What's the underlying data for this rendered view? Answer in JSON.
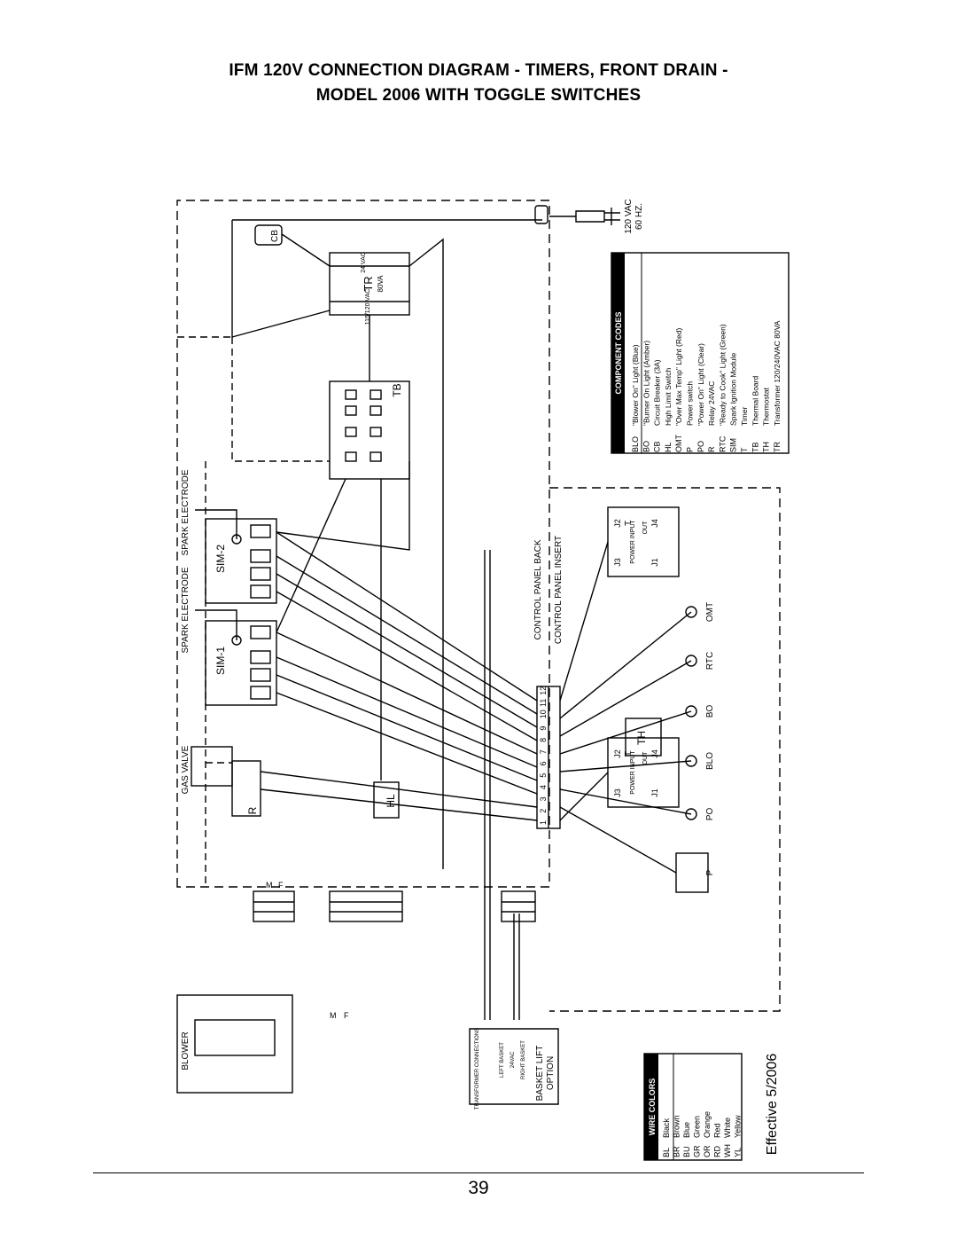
{
  "page": {
    "title_line1": "IFM 120V CONNECTION DIAGRAM - TIMERS, FRONT DRAIN -",
    "title_line2": "MODEL 2006 WITH TOGGLE SWITCHES",
    "page_number": "39",
    "effective": "Effective 5/2006"
  },
  "power": {
    "voltage": "120 VAC",
    "frequency": "60 HZ."
  },
  "labels": {
    "cb": "CB",
    "tr": "TR",
    "tr_rating": "80VA",
    "tr_primary": "115/120 VAC",
    "tr_secondary": "24 VAC",
    "tb": "TB",
    "sim2": "SIM-2",
    "sim1": "SIM-1",
    "spark_electrode": "SPARK  ELECTRODE",
    "control_panel_back": "CONTROL  PANEL  BACK",
    "control_panel_insert": "CONTROL  PANEL  INSERT",
    "gas_valve": "GAS  VALVE",
    "blower": "BLOWER",
    "hl": "HL",
    "r": "R",
    "th": "TH",
    "omt": "OMT",
    "rtc": "RTC",
    "bo": "BO",
    "blo": "BLO",
    "po": "PO",
    "p": "P",
    "transformer_connections": "TRANSFORMER CONNECTIONS",
    "basket_lift": "BASKET  LIFT",
    "option": "OPTION",
    "left_basket": "LEFT BASKET",
    "vac24": "24VAC",
    "right_basket": "RIGHT BASKET",
    "power_input": "POWER INPUT",
    "t": "T",
    "out": "OUT",
    "j1": "J1",
    "j2": "J2",
    "j3": "J3",
    "j4": "J4",
    "m": "M",
    "f": "F"
  },
  "terminal_numbers": [
    "1",
    "2",
    "3",
    "4",
    "5",
    "6",
    "7",
    "8",
    "9",
    "10",
    "11",
    "12"
  ],
  "component_codes": {
    "heading": "COMPONENT CODES",
    "rows": [
      {
        "code": "BLO",
        "desc": "\"Blower On\" Light (Blue)"
      },
      {
        "code": "BO",
        "desc": "\"Burner On Light (Amber)"
      },
      {
        "code": "CB",
        "desc": "Circuit Breaker (3A)"
      },
      {
        "code": "HL",
        "desc": "High Limit Switch"
      },
      {
        "code": "OMT",
        "desc": "\"Over Max Temp\" Light (Red)"
      },
      {
        "code": "P",
        "desc": "Power switch"
      },
      {
        "code": "PO",
        "desc": "\"Power On\" Light (Clear)"
      },
      {
        "code": "R",
        "desc": "Relay 24VAC"
      },
      {
        "code": "RTC",
        "desc": "\"Ready to Cook\" Light (Green)"
      },
      {
        "code": "SIM",
        "desc": "Spark Ignition Module"
      },
      {
        "code": "T",
        "desc": "Timer"
      },
      {
        "code": "TB",
        "desc": "Thermal Board"
      },
      {
        "code": "TH",
        "desc": "Thermostat"
      },
      {
        "code": "TR",
        "desc": "Transformer 120/240VAC 80VA"
      }
    ]
  },
  "wire_colors": {
    "heading": "WIRE COLORS",
    "rows": [
      {
        "code": "BL",
        "name": "Black"
      },
      {
        "code": "BR",
        "name": "Brown"
      },
      {
        "code": "BU",
        "name": "Blue"
      },
      {
        "code": "GR",
        "name": "Green"
      },
      {
        "code": "OR",
        "name": "Orange"
      },
      {
        "code": "RD",
        "name": "Red"
      },
      {
        "code": "WH",
        "name": "White"
      },
      {
        "code": "YL",
        "name": "Yellow"
      }
    ]
  },
  "colors": {
    "ink": "#000000",
    "wire_gray": "#444444",
    "paper": "#ffffff"
  }
}
